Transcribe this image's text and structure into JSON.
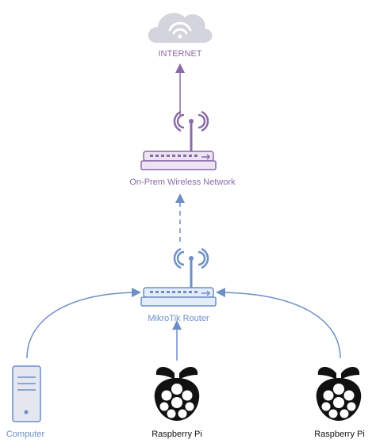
{
  "labels": {
    "internet": "INTERNET",
    "onprem": "On-Prem Wireless Network",
    "router": "MikroTik Router",
    "computer": "Computer",
    "pi_center": "Raspberry Pi",
    "pi_right": "Raspberry Pi"
  },
  "colors": {
    "purple": "#8c6aa8",
    "purple_fill": "#ece4f2",
    "blue": "#6c8fc6",
    "blue_fill": "#e3ecf8",
    "cloud": "#d4d4dc",
    "computer_fill": "#e4e7f0"
  },
  "icons": [
    "cloud-wifi-icon",
    "antenna-icon",
    "router-icon",
    "computer-icon",
    "raspberry-pi-icon"
  ]
}
